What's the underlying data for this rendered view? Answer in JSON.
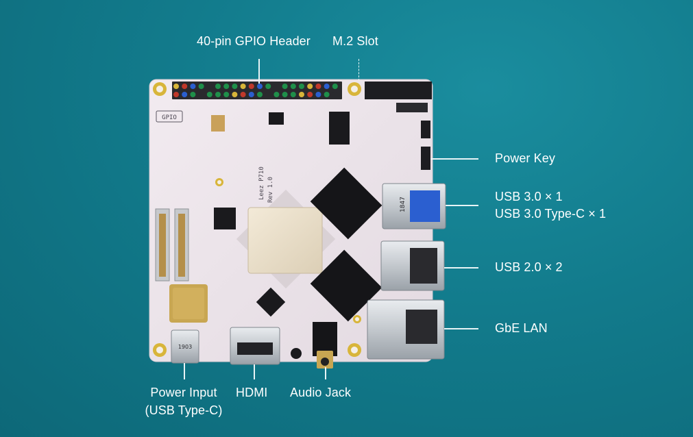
{
  "labels": {
    "gpio": "40-pin GPIO Header",
    "m2": "M.2 Slot",
    "power_key": "Power Key",
    "usb3_line1": "USB 3.0 × 1",
    "usb3_line2": "USB 3.0 Type-C × 1",
    "usb2": "USB 2.0 × 2",
    "lan": "GbE LAN",
    "power_input_line1": "Power Input",
    "power_input_line2": "(USB Type-C)",
    "hdmi": "HDMI",
    "audio": "Audio Jack"
  },
  "board_text": {
    "model": "Leez P710",
    "rev": "Rev 1.0",
    "gpio_silk": "GPIO",
    "usbc_code": "1903",
    "usb3_code": "1847"
  },
  "colors": {
    "background": "#127b8c",
    "board": "#ece4ea",
    "leader_line": "#e8f4f6"
  }
}
